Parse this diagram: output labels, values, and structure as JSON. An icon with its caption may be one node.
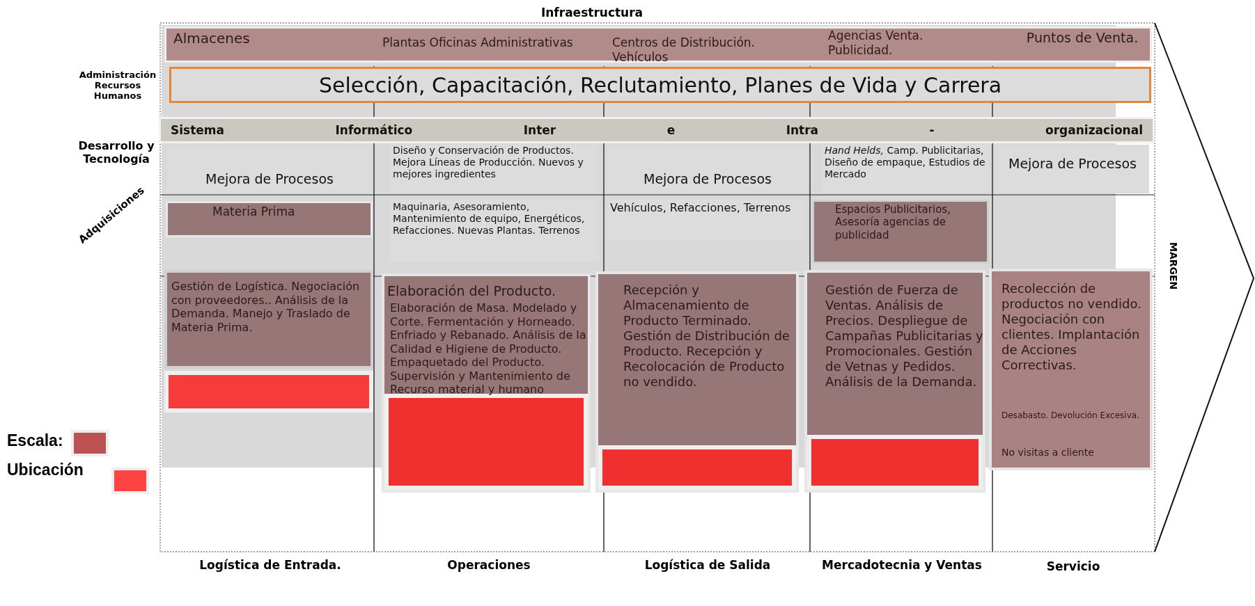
{
  "diagram": {
    "nodes": [
      {
        "text": [
          "Almacenes",
          "Plantas Oficinas Administrativas",
          "Centros de Distribución. Vehículos",
          "Agencias Venta. Publicidad.",
          "Puntos de Venta."
        ]
      },
      {
        "text": [
          "Selección, Capacitación, Reclutamiento, Planes de Vida y Carrera"
        ]
      },
      {
        "text": [
          "Sistema Informático Inter e Intra - organizacional"
        ]
      },
      {
        "text": [
          "Mejora de Procesos"
        ]
      },
      {
        "text": [
          "Diseño y Conservación de Productos. Mejora Líneas de Producción. Nuevos y mejores ingredientes"
        ]
      },
      {
        "text": [
          "Mejora de Procesos"
        ]
      },
      {
        "text": [
          "*Hand Helds,* Camp. Publicitarias, Diseño de empaque, Estudios de Mercado"
        ]
      },
      {
        "text": [
          "Mejora de Procesos"
        ]
      },
      {
        "text": [
          "Materia Prima"
        ]
      },
      {
        "text": [
          "Maquinaria, Asesoramiento, Mantenimiento de equipo, Energéticos, Refacciones. Nuevas Plantas. Terrenos"
        ]
      },
      {
        "text": [
          "Vehículos, Refacciones, Terrenos"
        ]
      },
      {
        "text": [
          "Espacios Publicitarios, Asesoría agencias de publicidad"
        ]
      },
      {
        "text": [
          "Gestión de Logística. Negociación con proveedores.. Análisis de la Demanda. Manejo y Traslado de Materia Prima."
        ]
      },
      {
        "text": [
          "Elaboración del Producto.",
          "Elaboración de Masa. Modelado y Corte. Fermentación y Horneado. Enfriado y Rebanado. Análisis de la Calidad e Higiene de Producto. Empaquetado del Producto. Supervisión y Mantenimiento de Recurso material y humano"
        ]
      },
      {
        "text": [
          "Recepción y Almacenamiento de Producto Terminado. Gestión de Distribución de Producto. Recepción y Recolocación de Producto no vendido."
        ]
      },
      {
        "text": [
          "Gestión de Fuerza de Ventas. Análisis de Precios. Despliegue de Campañas Publicitarias y Promocionales. Gestión de Vetnas y Pedidos. Análisis de la Demanda."
        ]
      },
      {
        "text": [
          "Recolección de productos no vendido. Negociación con clientes. Implantación de Acciones Correctivas.",
          "Desabasto. Devolución Excesiva.",
          "No visitas a cliente"
        ]
      },
      {
        "text": [],
        "shape": "box"
      },
      {
        "text": [],
        "shape": "box",
        "in": 13
      },
      {
        "text": [],
        "shape": "box",
        "in": 14
      },
      {
        "text": [],
        "shape": "box",
        "in": 15
      }
    ],
    "edges": [],
    "labels": [
      "Infraestructura",
      "Administración Recursos Humanos",
      "Desarrollo y Tecnología",
      "Adquisiciones",
      "MARGEN",
      "Logística de Entrada.",
      "Operaciones",
      "Logística de Salida",
      "Mercadotecnia y Ventas",
      "Servicio"
    ],
    "legend": [
      {
        "text": "Escala:",
        "color": "#bd5252"
      },
      {
        "text": "Ubicación",
        "color": "#fc4444"
      }
    ]
  }
}
